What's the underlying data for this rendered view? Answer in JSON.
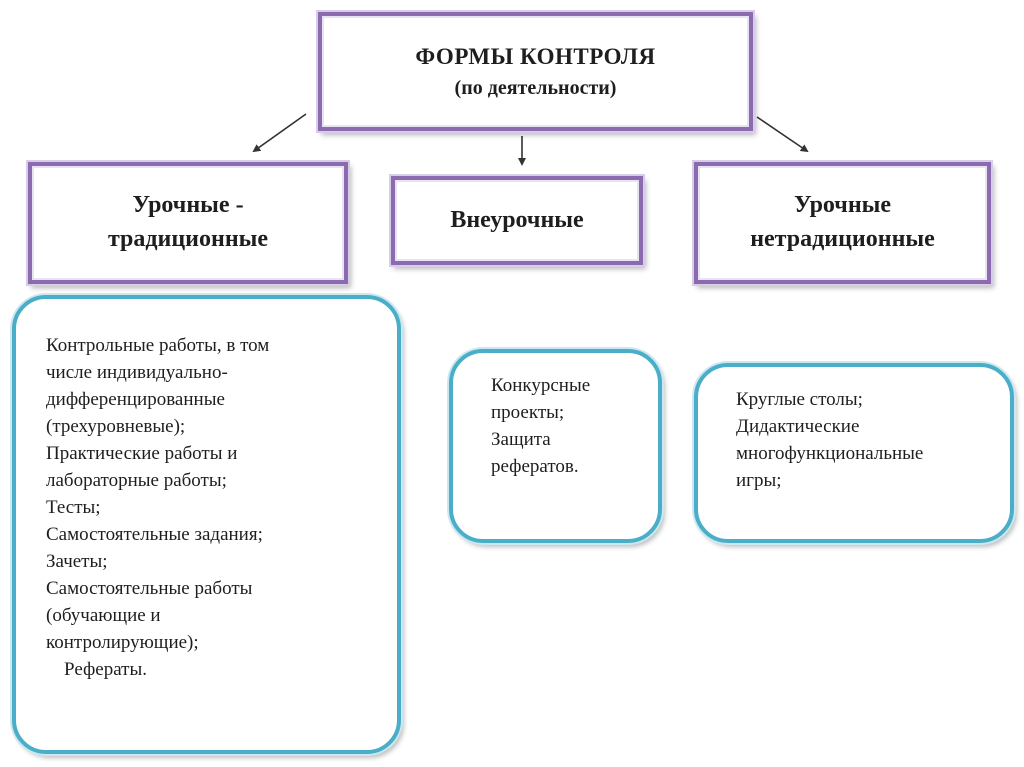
{
  "diagram": {
    "top": {
      "title": "ФОРМЫ КОНТРОЛЯ",
      "subtitle": "(по деятельности)"
    },
    "categories": [
      {
        "line1": "Урочные -",
        "line2": "традиционные"
      },
      {
        "line1": "Внеурочные"
      },
      {
        "line1": "Урочные",
        "line2": "нетрадиционные"
      }
    ],
    "lists": {
      "left": [
        "Контрольные работы, в том",
        "числе индивидуально-",
        "дифференцированные",
        "(трехуровневые);",
        "Практические работы и",
        "лабораторные работы;",
        "Тесты;",
        "Самостоятельные задания;",
        "Зачеты;",
        "Самостоятельные работы",
        "(обучающие и",
        "контролирующие);",
        "Рефераты."
      ],
      "middle": [
        "Конкурсные",
        "проекты;",
        "Защита",
        "рефератов."
      ],
      "right": [
        "Круглые столы;",
        "Дидактические",
        "многофункциональные",
        "игры;"
      ]
    },
    "colors": {
      "category_border": "#8b6ab0",
      "list_border": "#4aaec8",
      "text": "#1e1e1e",
      "arrow": "#333333"
    }
  }
}
